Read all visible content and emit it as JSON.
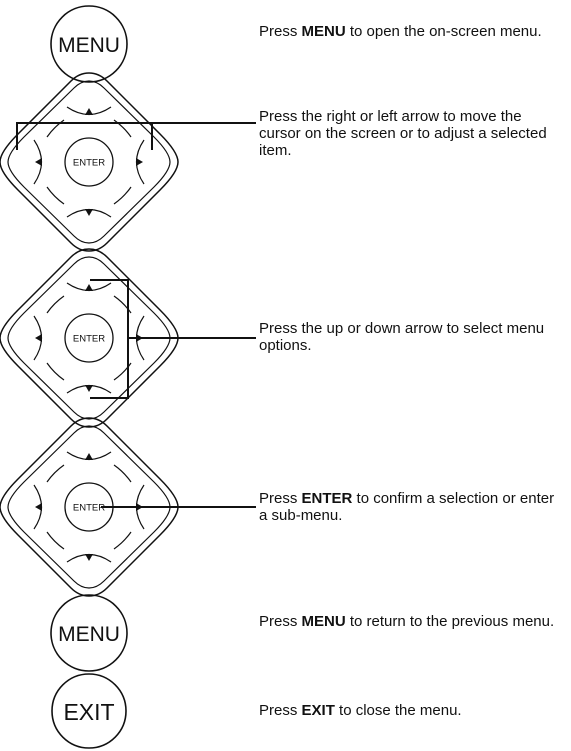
{
  "steps": [
    {
      "pre": "Press ",
      "key": "MENU",
      "post": " to open the on-screen menu."
    },
    {
      "pre": "",
      "key": "",
      "post": "Press the right or left arrow to move the cursor on the screen or to adjust a selected item."
    },
    {
      "pre": "",
      "key": "",
      "post": "Press the up or down arrow to select menu options."
    },
    {
      "pre": "Press ",
      "key": "ENTER",
      "post": " to confirm a selection or enter a sub-menu."
    },
    {
      "pre": "Press ",
      "key": "MENU",
      "post": " to return to the previous menu."
    },
    {
      "pre": "Press ",
      "key": "EXIT",
      "post": " to close the menu."
    }
  ],
  "buttons": {
    "menu": "MENU",
    "enter": "ENTER",
    "exit": "EXIT"
  },
  "icons": [
    "up-arrow-icon",
    "down-arrow-icon",
    "left-arrow-icon",
    "right-arrow-icon"
  ]
}
